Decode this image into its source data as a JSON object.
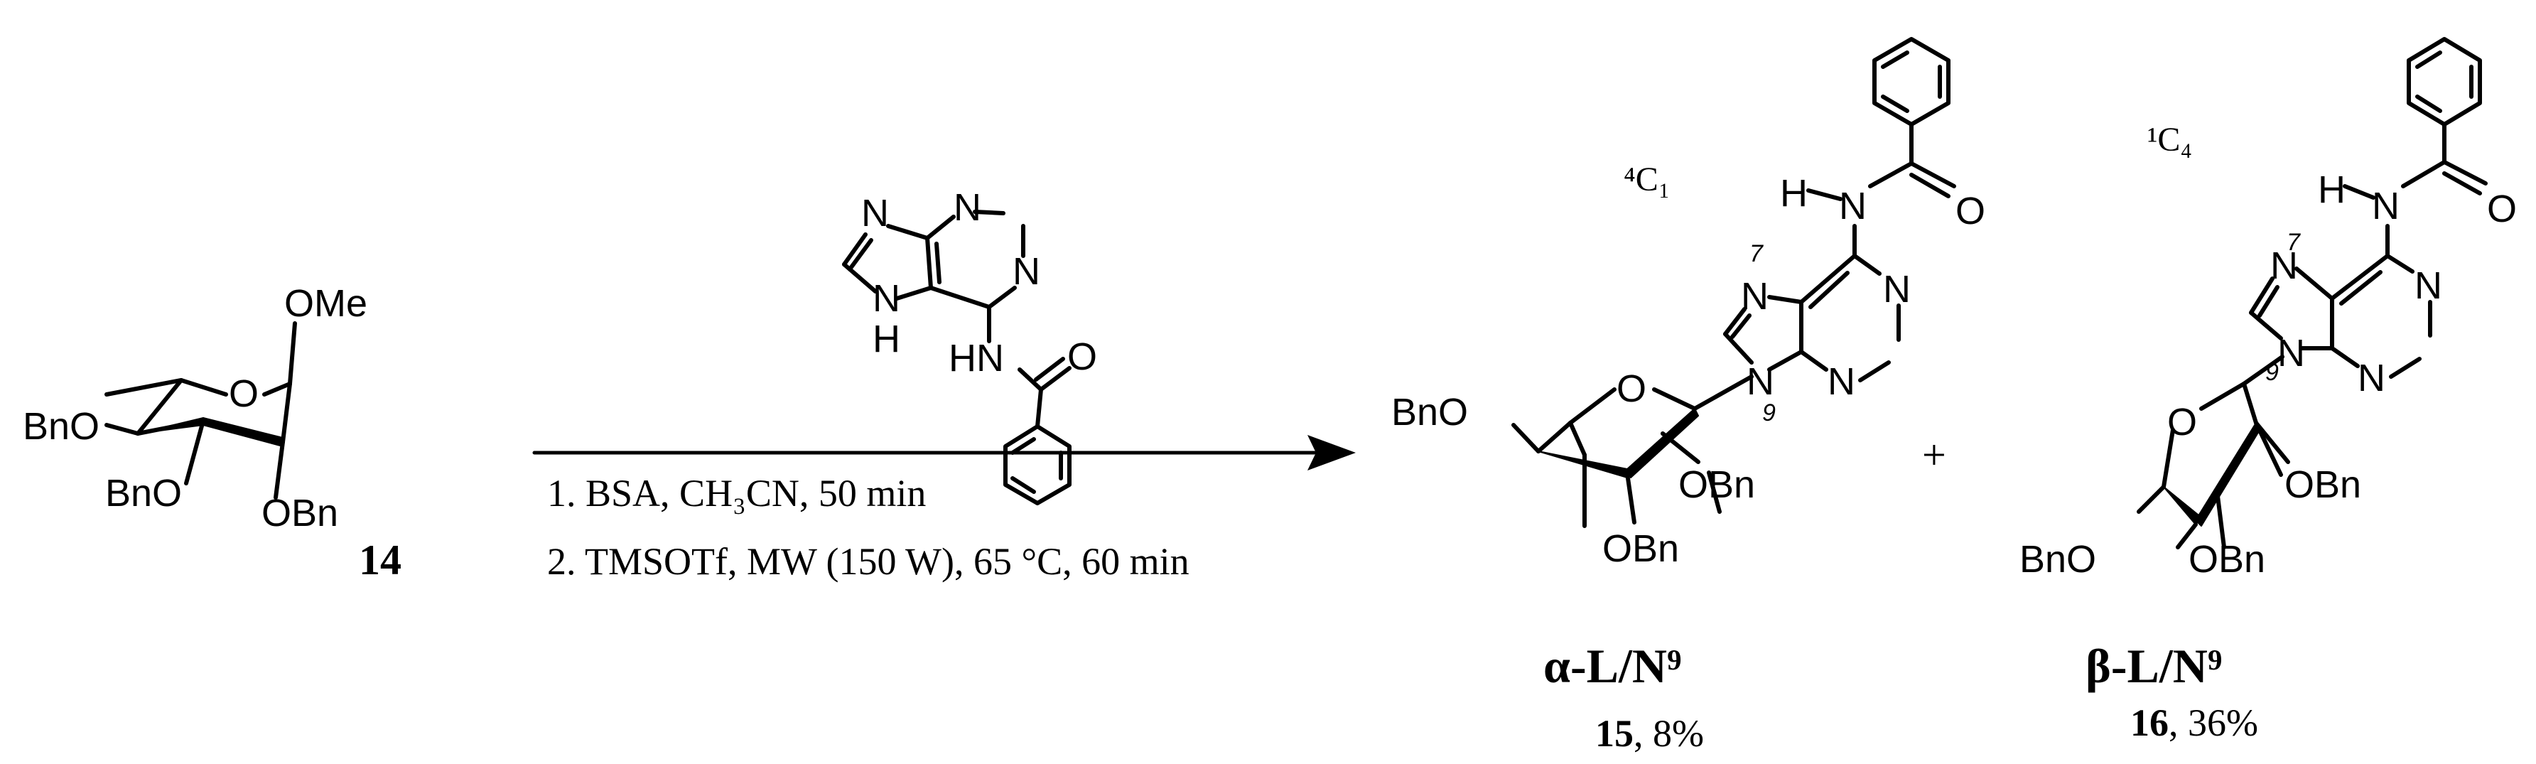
{
  "reagent": {
    "atoms": {
      "n": "N",
      "nh": "N",
      "h": "H",
      "hn": "HN",
      "o": "O"
    }
  },
  "conditions": {
    "step1": "1. BSA, CH₃CN, 50 min",
    "step2": "2. TMSOTf, MW (150 W), 65 °C, 60 min"
  },
  "compound14": {
    "number": "14",
    "labels": {
      "ome": "OMe",
      "o": "O",
      "bno_4": "BnO",
      "bno_3": "BnO",
      "obn_2": "OBn"
    }
  },
  "product15": {
    "conformation": "⁴C₁",
    "stereo": "α-L/N⁹",
    "number": "15",
    "yield": ", 8%",
    "labels": {
      "h": "H",
      "n": "N",
      "o_amide": "O",
      "o_ring": "O",
      "bno": "BnO",
      "obn_2": "OBn",
      "obn_3": "OBn",
      "pos7": "7",
      "pos9": "9"
    }
  },
  "plus": "+",
  "product16": {
    "conformation": "¹C₄",
    "stereo": "β-L/N⁹",
    "number": "16",
    "yield": ", 36%",
    "labels": {
      "h": "H",
      "n": "N",
      "o_amide": "O",
      "o_ring": "O",
      "bno": "BnO",
      "obn_2": "OBn",
      "obn_3": "OBn",
      "pos7": "7",
      "pos9": "9"
    }
  }
}
